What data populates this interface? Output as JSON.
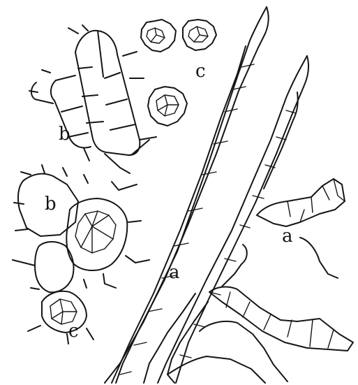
{
  "labels": {
    "b_top": "b",
    "c_top": "c",
    "b_mid": "b",
    "c_bottom": "c",
    "a_center": "a",
    "a_right": "a"
  }
}
